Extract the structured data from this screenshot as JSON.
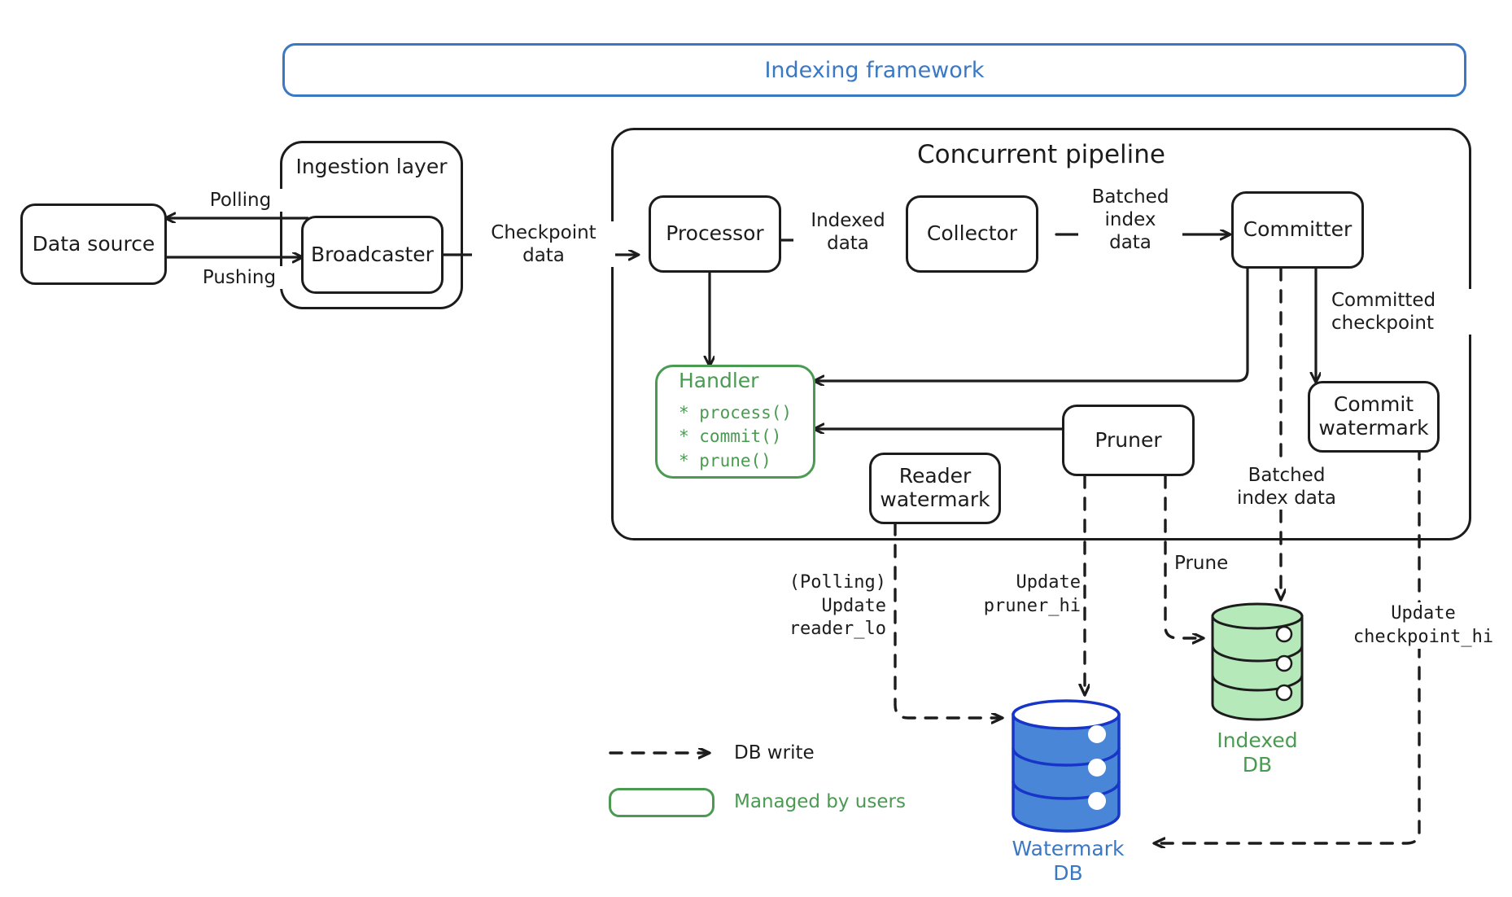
{
  "diagram": {
    "title": "Indexing framework",
    "accent_blue": "#3b78c3",
    "accent_green": "#4a9a52",
    "ink": "#1c1c1c"
  },
  "groups": {
    "ingestion": {
      "title": "Ingestion layer"
    },
    "pipeline": {
      "title": "Concurrent pipeline"
    }
  },
  "nodes": {
    "data_source": {
      "label": "Data source"
    },
    "broadcaster": {
      "label": "Broadcaster"
    },
    "processor": {
      "label": "Processor"
    },
    "collector": {
      "label": "Collector"
    },
    "committer": {
      "label": "Committer"
    },
    "commit_watermark": {
      "label": "Commit\nwatermark"
    },
    "reader_watermark": {
      "label": "Reader\nwatermark"
    },
    "pruner": {
      "label": "Pruner"
    },
    "handler": {
      "title": "Handler",
      "methods": [
        "* process()",
        "* commit()",
        "* prune()"
      ]
    }
  },
  "edge_labels": {
    "polling": "Polling",
    "pushing": "Pushing",
    "checkpoint_data": "Checkpoint\ndata",
    "indexed_data": "Indexed\ndata",
    "batched_index_data": "Batched\nindex\ndata",
    "committed_checkpoint": "Committed\ncheckpoint",
    "batched_index_data_2": "Batched\nindex data",
    "update_reader_lo": "(Polling)\nUpdate\nreader_lo",
    "update_pruner_hi": "Update\npruner_hi",
    "prune": "Prune",
    "update_checkpoint_hi": "Update\ncheckpoint_hi"
  },
  "databases": {
    "indexed_db": {
      "caption": "Indexed\nDB",
      "color": "#4a9a52",
      "fill": "#b6e9b9"
    },
    "watermark_db": {
      "caption": "Watermark\nDB",
      "color": "#3b78c3",
      "fill": "#4a86d8"
    }
  },
  "legend": {
    "db_write": "DB write",
    "managed_by_users": "Managed by users"
  }
}
